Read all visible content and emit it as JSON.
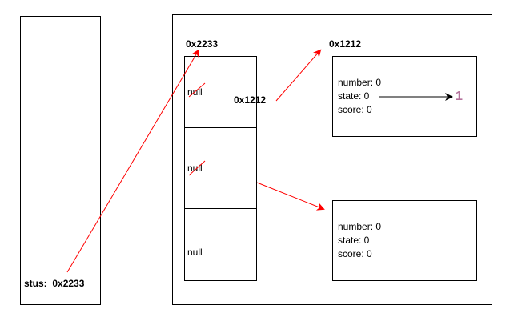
{
  "stack": {
    "variable_label": "stus:",
    "variable_value": "0x2233"
  },
  "heap": {
    "array_address": "0x2233",
    "cells": [
      {
        "text": "null"
      },
      {
        "text": "null"
      },
      {
        "text": "null"
      }
    ],
    "cell0_pointer": "0x1212",
    "object1": {
      "address": "0x1212",
      "fields": [
        {
          "text": "number:  0"
        },
        {
          "text": "state:  0"
        },
        {
          "text": "score:  0"
        }
      ],
      "updated_value": "1"
    },
    "object2": {
      "fields": [
        {
          "text": "number:  0"
        },
        {
          "text": "state:  0"
        },
        {
          "text": "score:  0"
        }
      ]
    }
  },
  "colors": {
    "arrow": "#ff0000",
    "strike": "#ff0000",
    "updated_value": "#b5739d",
    "line": "#000000"
  }
}
